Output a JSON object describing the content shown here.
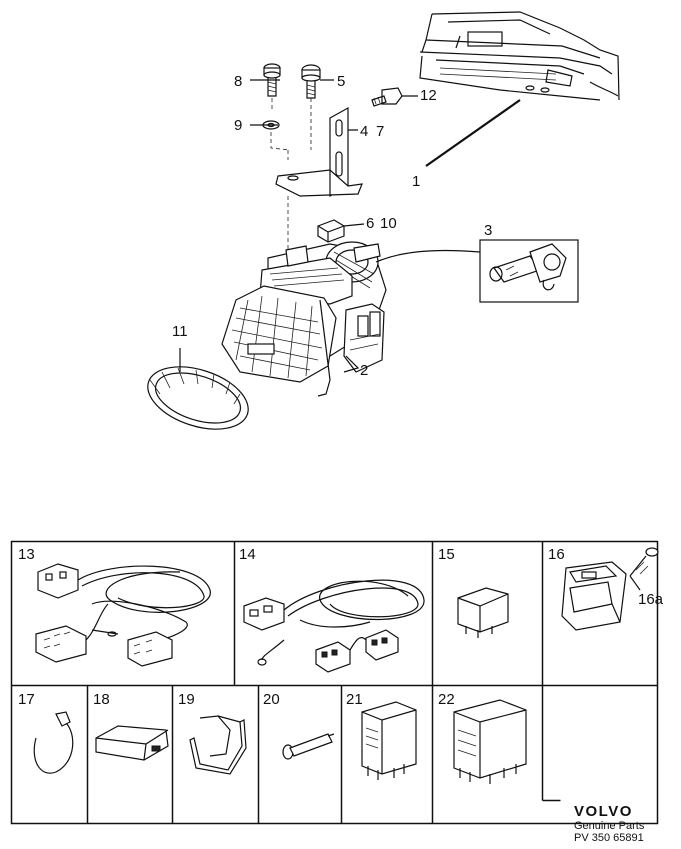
{
  "callouts": {
    "c1": "1",
    "c2": "2",
    "c3": "3",
    "c4": "4",
    "c5": "5",
    "c6": "6",
    "c7": "7",
    "c8": "8",
    "c9": "9",
    "c10": "10",
    "c11": "11",
    "c12": "12"
  },
  "grid": {
    "cells": {
      "p13": "13",
      "p14": "14",
      "p15": "15",
      "p16": "16",
      "p16a": "16a",
      "p17": "17",
      "p18": "18",
      "p19": "19",
      "p20": "20",
      "p21": "21",
      "p22": "22"
    }
  },
  "brand": {
    "logo": "VOLVO",
    "line1": "Genuine Parts",
    "line2": "PV 350 65891"
  }
}
